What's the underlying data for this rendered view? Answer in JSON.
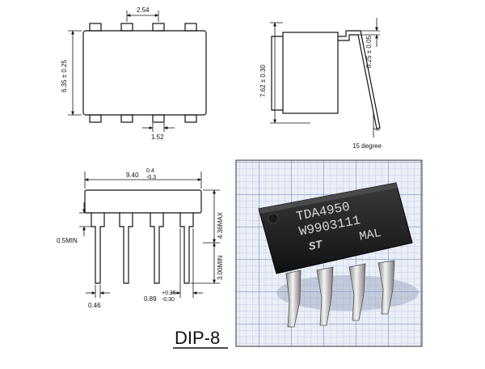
{
  "top_view": {
    "pin_pitch": "2.54",
    "body_width": "6.35 ± 0.25",
    "pin_width": "1.52"
  },
  "side_view": {
    "lead_span": "7.62 ± 0.30",
    "lead_thickness": "0.25 ± 0.05",
    "lead_angle": "15 degree"
  },
  "front_view": {
    "body_length": "9.40",
    "body_length_tol_plus": "0.4",
    "body_length_tol_minus": "-0.3",
    "standoff": "0.5MIN",
    "height_max": "4.36MAX",
    "lead_length": "3.00MIN",
    "lead_width": "0.46",
    "shoulder_width": "0.89",
    "shoulder_tol_plus": "+0.35",
    "shoulder_tol_minus": "-0.30"
  },
  "photo": {
    "marking_line1": "TDA4950",
    "marking_line2": "W9903111",
    "marking_line3": "MAL",
    "logo": "ST"
  },
  "caption": "DIP-8"
}
